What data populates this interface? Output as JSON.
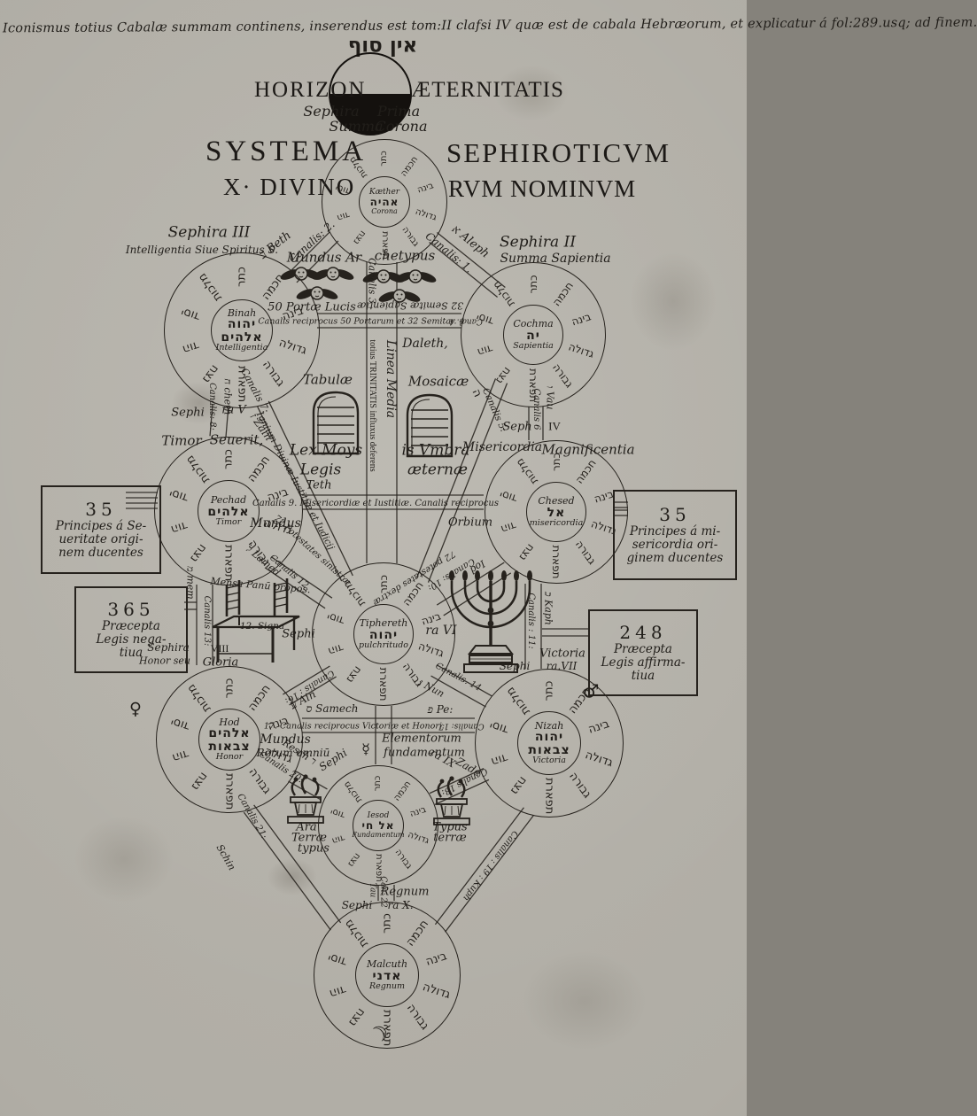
{
  "caption": "Iconismus totius Cabalæ summam continens, inserendus est tom:II clafsi IV quæ est de cabala Hebræorum, et explicatur á fol:289.usq; ad finem.",
  "ink_color": "#211e1a",
  "paper_color": "#b3b0a8",
  "horizon": {
    "hebrew": "אין סוף",
    "left": "HORIZON",
    "right": "ÆTERNITATIS",
    "sephira": "Sephira",
    "prima": "Prima",
    "summa": "Summa",
    "corona": "Corona"
  },
  "title": {
    "systema": "SYSTEMA",
    "sephiroticvm": "SEPHIROTICVM",
    "x_divino": "X· DIVINO",
    "rvm_nominvm": "RVM NOMINVM"
  },
  "wheels": {
    "spoke_words": [
      "כתר",
      "חכמה",
      "בינה",
      "גדולה",
      "גבורה",
      "תפארת",
      "נצח",
      "הוד",
      "יסוד",
      "מלכות"
    ],
    "kaether": {
      "name": "Kæther",
      "hebrew": "אהיה",
      "latin": "Corona"
    },
    "cochma": {
      "name": "Cochma",
      "hebrew": "יה",
      "latin": "Sapientia"
    },
    "binah": {
      "name": "Binah",
      "hebrew": "יהוה אלהים",
      "latin": "Intelligentia"
    },
    "chesed": {
      "name": "Chesed",
      "hebrew": "אל",
      "latin": "misericordia"
    },
    "pechad": {
      "name": "Pechad",
      "hebrew": "אלהים",
      "latin": "Timor"
    },
    "tiphereth": {
      "name": "Tiphereth",
      "hebrew": "יהוה",
      "latin": "pulchritudo"
    },
    "nezah": {
      "name": "Nizah",
      "hebrew": "יהוה צבאות",
      "latin": "Victoria"
    },
    "hod": {
      "name": "Hod",
      "hebrew": "אלהים צבאות",
      "latin": "Honor"
    },
    "iesod": {
      "name": "Iesod",
      "hebrew": "אל חי",
      "latin": "Fundamentum"
    },
    "malcuth": {
      "name": "Malcuth",
      "hebrew": "אדני",
      "latin": "Regnum"
    }
  },
  "cap": {
    "binah1": "Sephira III",
    "binah2": "Intelligentia Siue Spiritus S.",
    "cochma1": "Sephira II",
    "cochma2": "Summa Sapientia",
    "timor": "Timor",
    "seuerit": "Seuerit,",
    "misericordia": "Misericordia",
    "magnificentia": "Magnificentia",
    "sephiV_a": "Sephi",
    "sephiV_b": "ra V",
    "sephIV_a": "Seph",
    "sephIV_b": "IV",
    "sephVI_a": "Sephi",
    "sephVI_b": "ra VI",
    "sephVII_a": "Sephi",
    "sephVII_b": "ra.VII",
    "victoria": "Victoria",
    "sephVIII_a": "Sephira",
    "sephVIII_b": "VIII",
    "honorseu": "Honor seu",
    "gloria": "Gloria",
    "sephIX_a": "Sephi",
    "sephIX_b": "ra IX",
    "sephX_a": "Sephi",
    "sephX_b": "ra X.",
    "regnum": "Regnum"
  },
  "lab": {
    "c1": "Canalis: 1.",
    "c1l": "א Aleph",
    "c2": "Canalis: 2.",
    "c2l": "ב Beth",
    "c3": "Canalis 3",
    "c3band": "totius TRINITATIS influxus deferens",
    "linea": "Linea Media",
    "mundus_ar": "Mundus Ar",
    "chetypus": "chetypus",
    "portae": "50 Portæ Lucis",
    "semitae": "32 Semitæ Sapientiæ",
    "c4": "Canalis reciprocus 50 Portarum et 32 Semitar. 4",
    "c4r": "Canal. 4",
    "daleth": "Daleth,",
    "c5": "Canalis 5:",
    "c5l": "ה",
    "c6": "Canalis 6",
    "c6l": "ו Vau",
    "c7": "Canalis 7:",
    "c7txt": "Ignium Diuinæ Iustitiæ et Iudicij",
    "c7l": "ז Zain",
    "c8": "Canalis: 8:",
    "c8l": "ח cheth",
    "c9": "Canalis 9. Misericordiæ et Iustitiæ. Canalis reciprocus",
    "teth": "Teth",
    "mundus1": "Mundus",
    "orbium": "Orbium",
    "c10": "Canalis: 10:",
    "c10l": "Iod",
    "c10txt": "72 potestates dextræ",
    "c11": "Canalis : 11:",
    "c11l": "כ Kaph",
    "c12": "Canalis 12.",
    "c12l": "ל Lamed",
    "c12txt": "72 Potestates sinistræ",
    "c13": "Canalis 13:",
    "c13l": "מ mem",
    "mensa": "Mensa Panū propos.",
    "signa": "12. Signa",
    "c14": "Canalis. 14",
    "c14l": "נ Nun",
    "c16": "Canalis : 16:",
    "c16l": "ע Ain",
    "samech": "ס Samech",
    "pe": "פ Pe:",
    "c17": "17. Canalis reciprocus Victoriæ et Honori:",
    "c17r": "Canalis: 17",
    "mundus2": "Mundus",
    "rerum": "Rerum omniū",
    "elem1": "Elementorum",
    "elem2": "fundamentum",
    "c18": "Canalis 18:",
    "zade": "Zade",
    "c19": "Canalis : 19 : Kuph",
    "c20": "Canalis 20:",
    "c20l": "Resch ר",
    "c21": "Canalis 21:",
    "c21l": "Schin",
    "c22": "Can: 22",
    "c22l": "Tau",
    "tabulae": "Tabulæ",
    "mosaicae": "Mosaicæ",
    "lex1": "Lex Moys",
    "lex2": "Legis",
    "lex3": "is Vmbra",
    "lex4": "æternæ",
    "ara1": "Ara",
    "ara2": "Terræ",
    "ara3": "typus",
    "typus2": "Typus",
    "terrae2": "terræ"
  },
  "sym": {
    "mars": "♂",
    "venus": "♀",
    "mercury": "☿",
    "moon": "☽"
  },
  "boxes": {
    "b35l": [
      "35",
      "Principes á Se-",
      "ueritate origi-",
      "nem ducentes"
    ],
    "b35r": [
      "35",
      "Principes á mi-",
      "sericordia ori-",
      "ginem ducentes"
    ],
    "b365": [
      "365",
      "Præcepta",
      "Legis nega-",
      "tiua"
    ],
    "b248": [
      "248",
      "Præcepta",
      "Legis affirma-",
      "tiua"
    ]
  }
}
